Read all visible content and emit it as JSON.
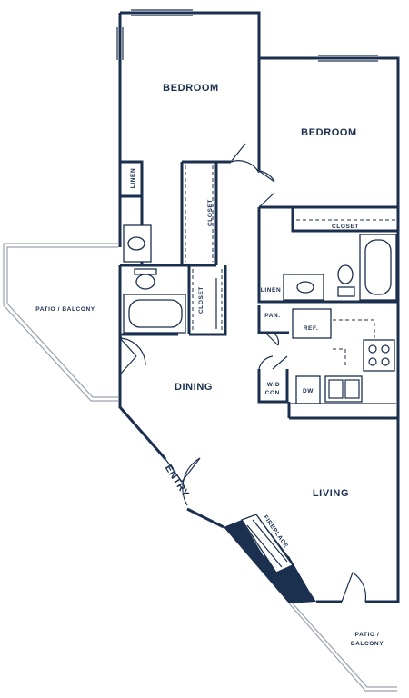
{
  "rooms": {
    "bedroom_1": "BEDROOM",
    "bedroom_2": "BEDROOM",
    "linen_1": "LINEN",
    "closet_1": "CLOSET",
    "closet_2": "CLOSET",
    "closet_3": "CLOSET",
    "linen_2": "LINEN",
    "pantry": "PAN.",
    "refrigerator": "REF.",
    "washer_dryer_1": "W/D",
    "washer_dryer_2": "CON.",
    "dishwasher": "DW",
    "patio_left": "PATIO / BALCONY",
    "dining": "DINING",
    "entry": "ENTRY",
    "living": "LIVING",
    "fireplace": "FIREPLACE",
    "patio_right_1": "PATIO /",
    "patio_right_2": "BALCONY"
  },
  "colors": {
    "wall": "#1b2f4e",
    "background": "#ffffff"
  }
}
